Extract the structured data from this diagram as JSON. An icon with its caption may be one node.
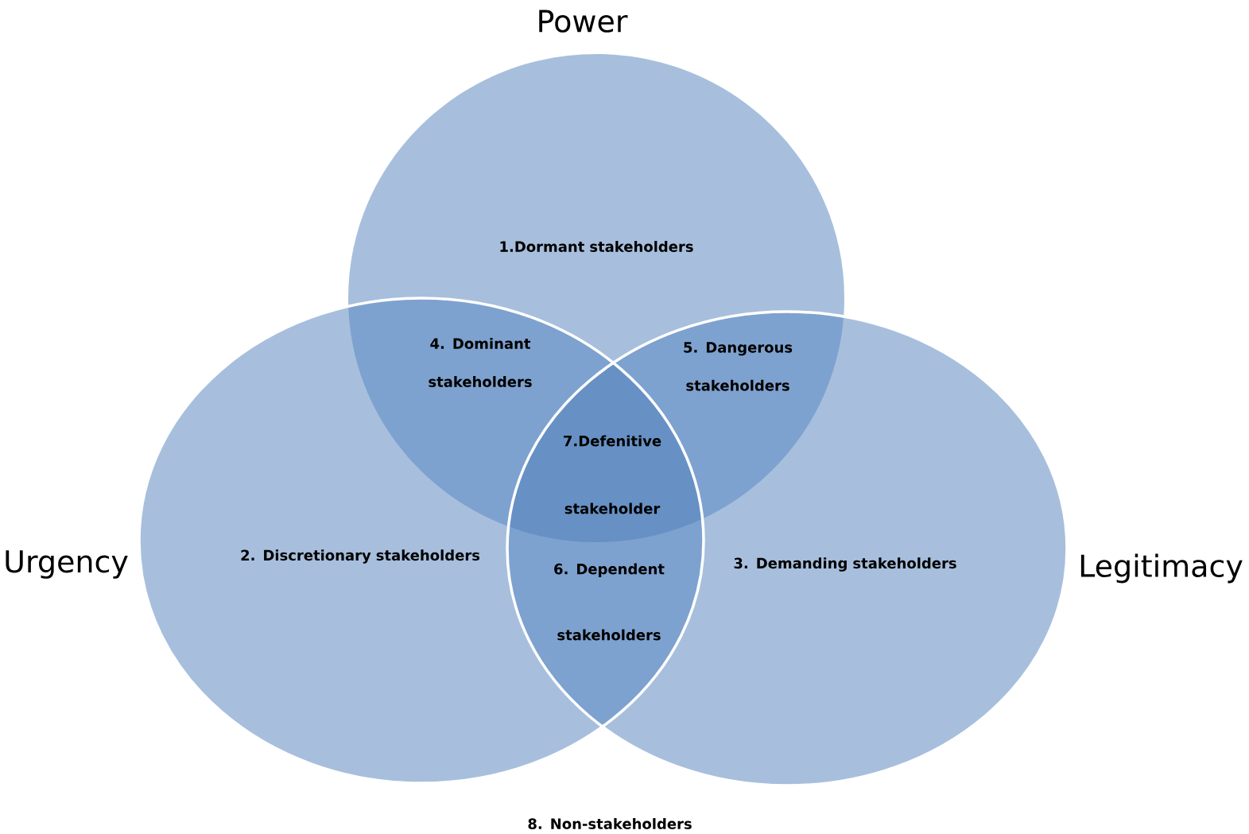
{
  "diagram": {
    "nodes": [
      {
        "text": [
          "Power"
        ]
      },
      {
        "text": [
          "Urgency"
        ]
      },
      {
        "text": [
          "Legitimacy"
        ]
      }
    ],
    "labels": [
      "1.Dormant stakeholders",
      "4. Dominant stakeholders",
      "5. Dangerous stakeholders",
      "7.Defenitive stakeholder",
      "2. Discretionary stakeholders",
      "6. Dependent stakeholders",
      "3. Demanding stakeholders",
      "8. Non-stakeholders"
    ]
  }
}
